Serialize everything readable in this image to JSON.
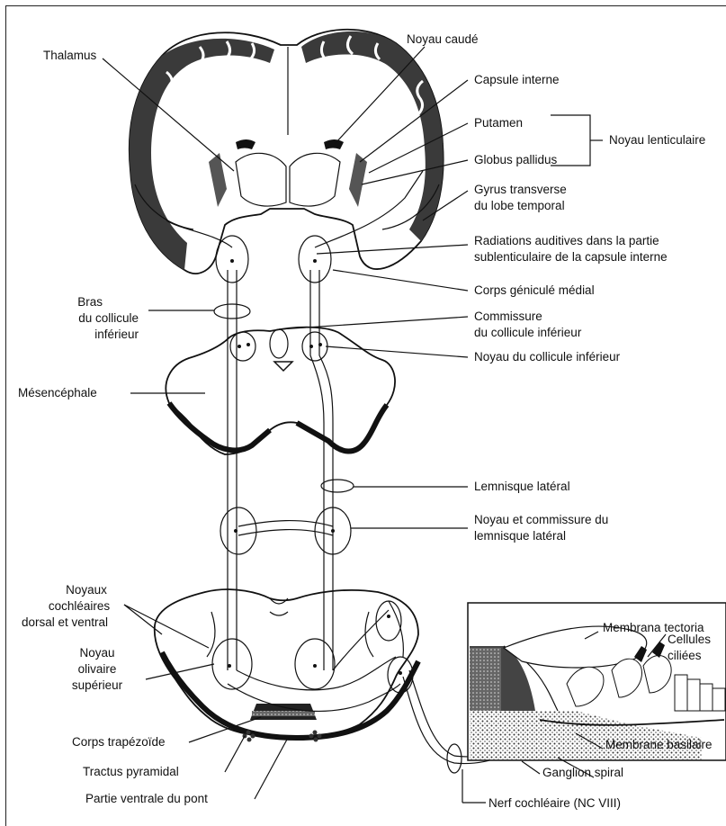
{
  "labels": {
    "thalamus": "Thalamus",
    "noyau_caude": "Noyau caudé",
    "capsule_interne": "Capsule interne",
    "putamen": "Putamen",
    "globus_pallidus": "Globus pallidus",
    "noyau_lenticulaire": "Noyau lenticulaire",
    "gyrus_transverse_1": "Gyrus transverse",
    "gyrus_transverse_2": "du lobe temporal",
    "radiations_1": "Radiations auditives dans la partie",
    "radiations_2": "sublenticulaire de la capsule interne",
    "corps_genicule": "Corps géniculé médial",
    "bras_1": "Bras",
    "bras_2": "du collicule",
    "bras_3": "inférieur",
    "commissure_1": "Commissure",
    "commissure_2": "du collicule inférieur",
    "noyau_collicule": "Noyau du collicule inférieur",
    "mesencephale": "Mésencéphale",
    "lemnisque_lateral": "Lemnisque latéral",
    "noyau_commissure_1": "Noyau et commissure du",
    "noyau_commissure_2": "lemnisque latéral",
    "noyaux_cochleaires_1": "Noyaux",
    "noyaux_cochleaires_2": "cochléaires",
    "noyaux_cochleaires_3": "dorsal et ventral",
    "olivaire_1": "Noyau",
    "olivaire_2": "olivaire",
    "olivaire_3": "supérieur",
    "corps_trapezoide": "Corps trapézoïde",
    "tractus_pyramidal": "Tractus pyramidal",
    "partie_ventrale": "Partie ventrale du pont",
    "nerf_cochleaire": "Nerf cochléaire (NC VIII)",
    "membrana_tectoria": "Membrana tectoria",
    "cellules_1": "Cellules",
    "cellules_2": "ciliées",
    "membrane_basilaire": "Membrane basilaire",
    "ganglion_spiral": "Ganglion spiral"
  }
}
